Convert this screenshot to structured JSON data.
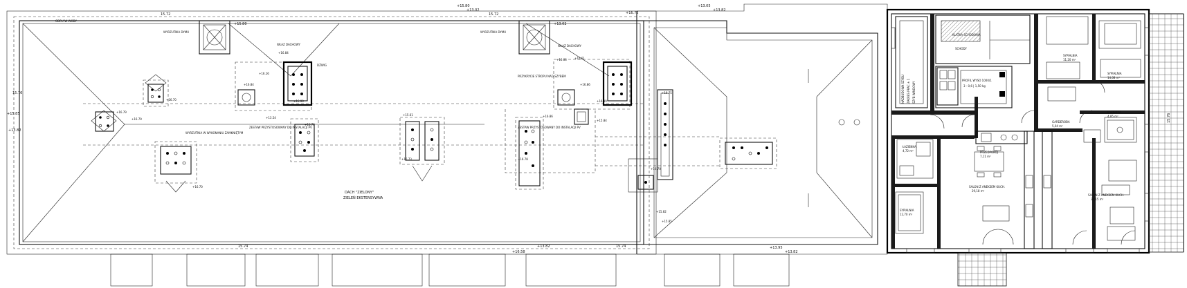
{
  "levels": {
    "top": [
      "+15.80",
      "+13.02",
      "15.72",
      "+15.80",
      "+13.02",
      "15.72",
      "+16.72",
      "+13.05",
      "+13.82"
    ],
    "left": [
      "15.76",
      "+15.85",
      "+13.82"
    ],
    "bottom": [
      "15.74",
      "+13.82",
      "+16.58",
      "15.74",
      "+13.95",
      "+13.82"
    ],
    "chimneys": [
      "+16.70",
      "+16.79",
      "+16.79",
      "+16.70",
      "+16.70",
      "+16.73",
      "+16.78",
      "+16.90",
      "+15.61",
      "+13.54",
      "+16.84",
      "+16.16",
      "+16.84",
      "+16.86",
      "+16.39",
      "+16.86",
      "+16.61",
      "+15.84",
      "+16.06",
      "+16.70",
      "+16.75",
      "+15.82",
      "+15.85"
    ]
  },
  "roof_notes": {
    "green_roof": "DACH \"ZIELONY\"",
    "green_roof_sub": "ZIELEŃ EKSTENSYWNA",
    "vent_a": "WYRZUTNIA DYMU",
    "vent_b": "WYRZUTNIA DYMU",
    "pv_a": "ZESTAW PRZYSTOSOWANY DO INSTALACJI PV",
    "pv_b": "ZESTAW PRZYSTOSOWANY DO INSTALACJI PV",
    "elev": "DŹWIG",
    "vent_note": "WYRZUTNIA W WYKONANIU ZAMKNIĘTYM",
    "box_a": "WŁAZ DACHOWY",
    "box_b": "WŁAZ DACHOWY",
    "strop": "PRZYKRYCIE STROPU NAD SZYBEM",
    "drain": "ODPŁYW WODY"
  },
  "rooms": {
    "lift_note": "NADBUDOWA SZYBU",
    "lift_note2": "ZAKRES PRAC ± 1",
    "lift_note3": "SZYB WINDOWY",
    "lift_dims": "PROFIL WYSO 1000/1",
    "lift_dims2": "3 - 0,6 | 1,50 kg",
    "lobby": "KLATKA SCHODOWA",
    "stair": "SCHODY",
    "r1": "SYPIALNIA",
    "r1a": "11,20 m²",
    "r2": "SYPIALNIA",
    "r2a": "14,08 m²",
    "r3": "ŁAZIENKA",
    "r3a": "4,85 m²",
    "r4": "GARDEROBA",
    "r4a": "5,04 m²",
    "r5": "ŁAZIENKA",
    "r5a": "4,72 m²",
    "r6": "PRZEDPOKÓJ",
    "r6a": "7,11 m²",
    "r7": "SYPIALNIA",
    "r7a": "12,70 m²",
    "r8": "SALON Z ANEKSEM KUCH.",
    "r8a": "29,18 m²",
    "r9": "SALON Z ANEKSEM KUCH.",
    "r9a": "30,15 m²"
  },
  "right_elev": "15.76"
}
